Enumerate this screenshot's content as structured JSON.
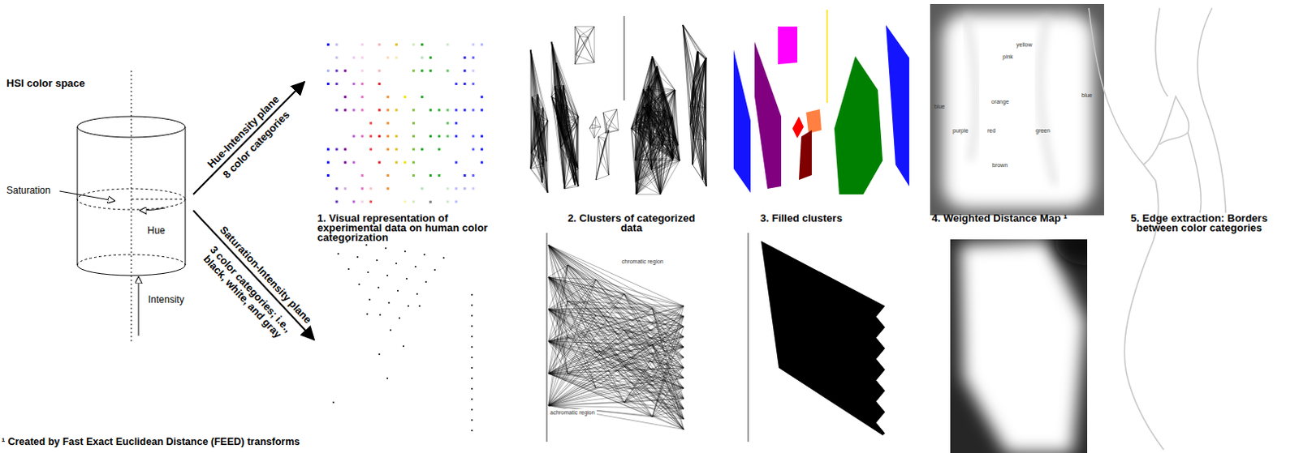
{
  "diagram": {
    "labels": [
      "HSI color space",
      "Saturation",
      "Hue",
      "Intensity",
      "Hue-Intensity plane",
      "8 color categories",
      "Saturation-Intensity plane",
      "3 color categories; i.e., black, white, and gray",
      "1. Visual representation of experimental data on human color categorization",
      "2. Clusters of categorized data",
      "chromatic region",
      "achromatic region",
      "3. Filled clusters",
      "4. Weighted Distance Map ¹",
      "pink",
      "yellow",
      "blue",
      "orange",
      "blue",
      "purple",
      "red",
      "green",
      "brown",
      "5. Edge extraction: Borders between color categories",
      "¹ Created by Fast Exact Euclidean Distance (FEED) transforms"
    ]
  }
}
